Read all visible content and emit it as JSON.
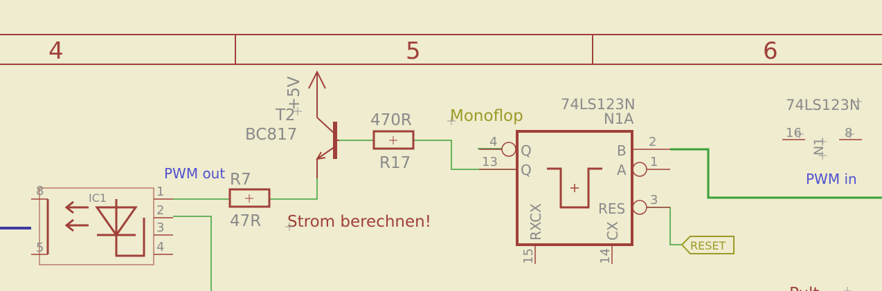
{
  "frame": {
    "columns": [
      "4",
      "5",
      "6"
    ]
  },
  "colors": {
    "background": "#efeccf",
    "symbol": "#a0403a",
    "wire": "#3aa038",
    "bus": "#3a3aa0",
    "text_gray": "#8a8a8a",
    "net_label": "#9b9b28",
    "blue_text": "#5050d0"
  },
  "labels": {
    "pwm_out": "PWM out",
    "pwm_in": "PWM in",
    "strom": "Strom berechnen!",
    "monoflop": "Monoflop",
    "reset": "RESET",
    "partial": "Pult..."
  },
  "components": {
    "ic1": {
      "name": "IC1",
      "pins": [
        "8",
        "5",
        "1",
        "2",
        "3",
        "4"
      ]
    },
    "r7": {
      "name": "R7",
      "value": "47R"
    },
    "r17": {
      "name": "R17",
      "value": "470R"
    },
    "t2": {
      "name": "T2",
      "value": "BC817"
    },
    "supply": {
      "name": "+5V"
    },
    "n1a": {
      "part": "74LS123N",
      "name": "N1A",
      "pins": {
        "q_pin": "4",
        "qbar_pin": "13",
        "b_pin": "2",
        "a_pin": "1",
        "res_pin": "3",
        "rxcx_pin": "15",
        "cx_pin": "14"
      },
      "pin_labels": {
        "q": "Q",
        "qbar": "Q",
        "b": "B",
        "a": "A",
        "res": "RES",
        "rxcx": "RXCX",
        "cx": "CX"
      }
    },
    "n1": {
      "part": "74LS123N",
      "name": "N1",
      "pins": [
        "16",
        "8"
      ]
    }
  }
}
